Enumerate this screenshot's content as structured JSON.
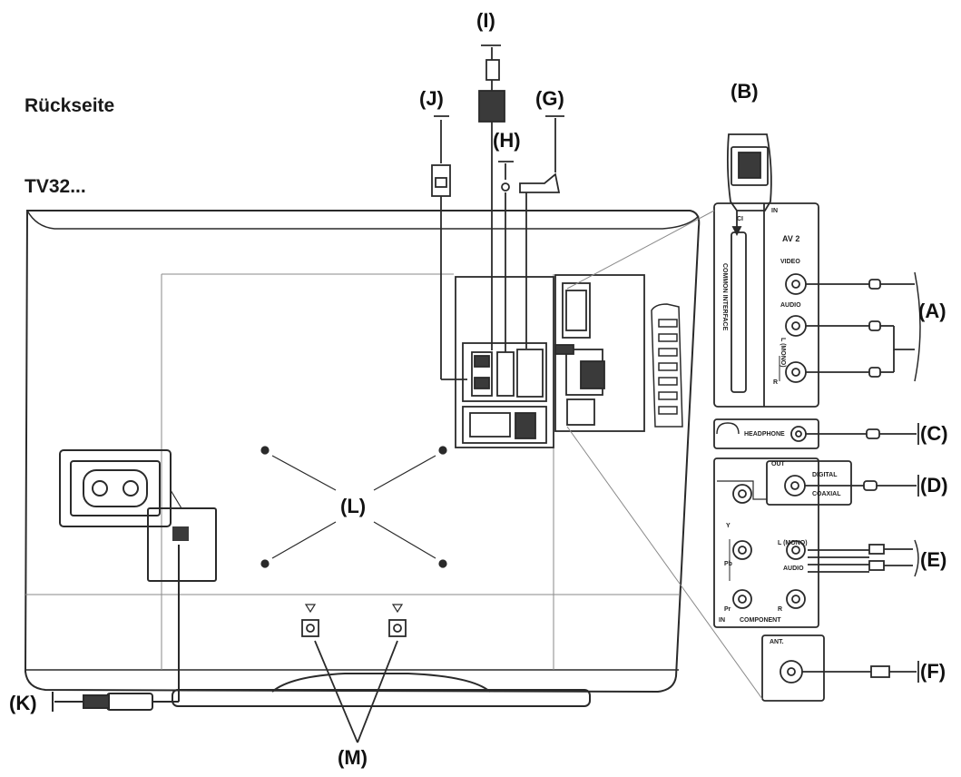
{
  "header": {
    "side_label": "Rückseite",
    "model_label": "TV32..."
  },
  "callouts": {
    "A": "(A)",
    "B": "(B)",
    "C": "(C)",
    "D": "(D)",
    "E": "(E)",
    "F": "(F)",
    "G": "(G)",
    "H": "(H)",
    "I": "(I)",
    "J": "(J)",
    "K": "(K)",
    "L": "(L)",
    "M": "(M)"
  },
  "panel": {
    "in_top": "IN",
    "av2": "AV 2",
    "video": "VIDEO",
    "audio": "AUDIO",
    "l_mono": "L (MONO)",
    "r": "R",
    "common_interface": "COMMON INTERFACE",
    "ci": "CI",
    "headphone": "HEADPHONE",
    "out": "OUT",
    "digital": "DIGITAL",
    "coaxial": "COAXIAL",
    "y": "Y",
    "pb": "Pb",
    "pr": "Pr",
    "audio2": "AUDIO",
    "l_mono2": "L (MONO)",
    "r2": "R",
    "component": "COMPONENT",
    "in_bottom": "IN",
    "ant": "ANT."
  },
  "colors": {
    "line": "#2a2a2a",
    "light_line": "#8a8a8a",
    "fill_dark": "#3a3a3a"
  }
}
